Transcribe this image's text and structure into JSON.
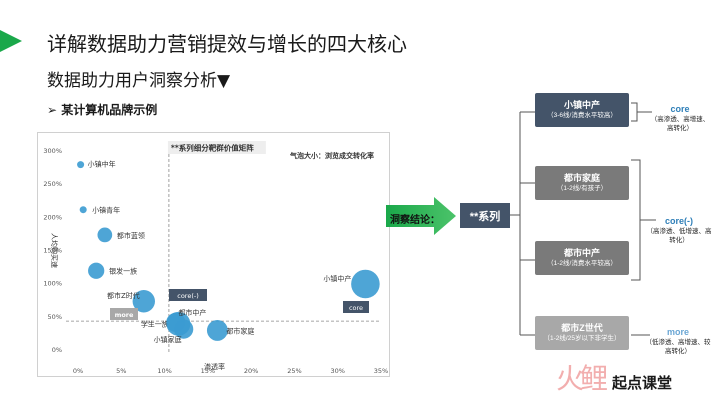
{
  "header": {
    "title": "详解数据助力营销提效与增长的四大核心",
    "subtitle": "数据助力用户洞察分析▼",
    "example_label": "➢ 某计算机品牌示例"
  },
  "chart_data": {
    "type": "scatter",
    "title": "**系列细分靶群价值矩阵",
    "bubble_note": "气泡大小：浏览成交转化率",
    "xlabel": "渗透率",
    "ylabel": "人均购买速",
    "x_ticks": [
      "0%",
      "5%",
      "10%",
      "15%",
      "20%",
      "25%",
      "30%",
      "35%"
    ],
    "y_ticks": [
      "0%",
      "50%",
      "100%",
      "150%",
      "200%",
      "250%",
      "300%"
    ],
    "xlim": [
      0,
      35
    ],
    "ylim": [
      0,
      300
    ],
    "ref_x": 10.5,
    "ref_y": 42,
    "points": [
      {
        "label": "小镇中年",
        "x": 0.3,
        "y": 278,
        "size": 3
      },
      {
        "label": "小镇青年",
        "x": 0.6,
        "y": 210,
        "size": 3
      },
      {
        "label": "都市蓝领",
        "x": 3.1,
        "y": 172,
        "size": 8
      },
      {
        "label": "银发一族",
        "x": 2.1,
        "y": 118,
        "size": 9
      },
      {
        "label": "都市Z时代",
        "x": 7.6,
        "y": 72,
        "size": 13
      },
      {
        "label": "学生一族",
        "x": 11.3,
        "y": 40,
        "size": 11
      },
      {
        "label": "小镇家庭",
        "x": 12.2,
        "y": 30,
        "size": 11
      },
      {
        "label": "都市中产",
        "x": 11.6,
        "y": 38,
        "size": 14
      },
      {
        "label": "都市家庭",
        "x": 16.1,
        "y": 28,
        "size": 12
      },
      {
        "label": "小镇中产",
        "x": 33.2,
        "y": 98,
        "size": 17
      }
    ],
    "badges": {
      "core_minus": "core(-)",
      "more": "more",
      "core": "core"
    }
  },
  "conclusion": {
    "label": "洞察结论：",
    "series": "**系列"
  },
  "segments": [
    {
      "name": "小镇中产",
      "desc": "（3-6线/消费水平较高）"
    },
    {
      "name": "都市家庭",
      "desc": "（1-2线/有孩子）"
    },
    {
      "name": "都市中产",
      "desc": "（1-2线/消费水平较高）"
    },
    {
      "name": "都市Z世代",
      "desc": "（1-2线/25岁以下非学生）"
    }
  ],
  "tags": {
    "core": {
      "title": "core",
      "desc": "（高渗透、高增速、高转化）"
    },
    "core_minus": {
      "title": "core(-)",
      "desc": "（高渗透、低增速、高转化）"
    },
    "more": {
      "title": "more",
      "desc": "（低渗透、高增速、较高转化）"
    }
  },
  "footer": {
    "brand": "起点课堂",
    "handwriting": "火鲤"
  },
  "colors": {
    "accent_green": "#1aa84a",
    "bubble_blue": "#3b9bd1",
    "dark_box": "#445469",
    "tag_blue": "#2f7fb8"
  }
}
